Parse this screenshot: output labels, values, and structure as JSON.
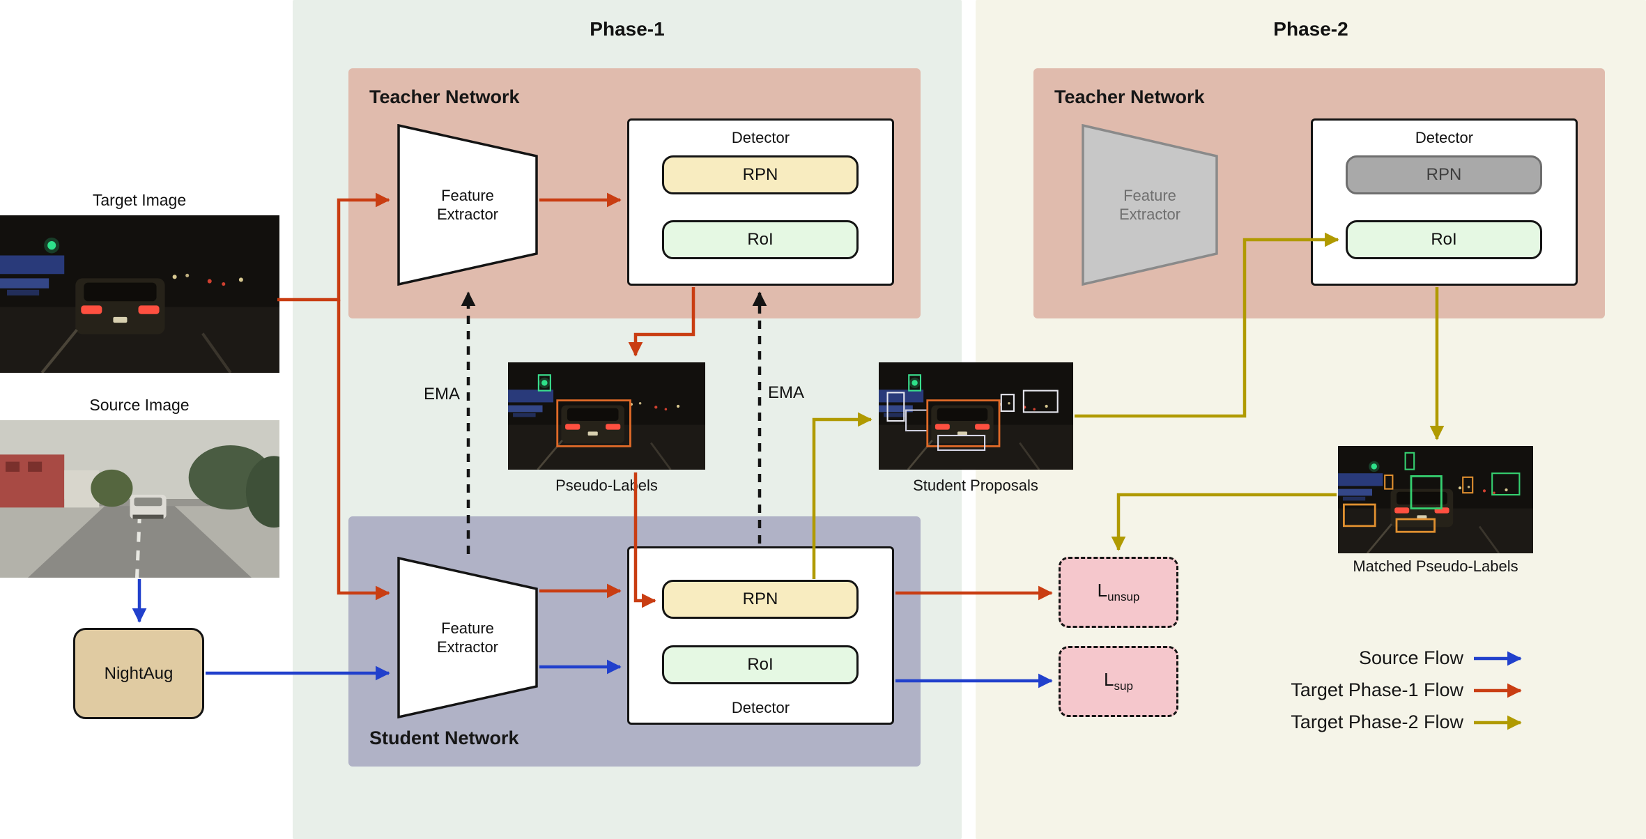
{
  "figure": {
    "phase1_title": "Phase-1",
    "phase2_title": "Phase-2"
  },
  "left": {
    "target_image_label": "Target Image",
    "source_image_label": "Source Image",
    "nightaug_label": "NightAug"
  },
  "phase1": {
    "teacher": {
      "title": "Teacher Network",
      "feature_extractor": "Feature Extractor",
      "detector_title": "Detector",
      "rpn": "RPN",
      "roi": "RoI"
    },
    "student": {
      "title": "Student Network",
      "feature_extractor": "Feature Extractor",
      "detector_title": "Detector",
      "rpn": "RPN",
      "roi": "RoI"
    },
    "ema_left": "EMA",
    "ema_right": "EMA",
    "pseudo_labels_caption": "Pseudo-Labels",
    "student_proposals_caption": "Student Proposals"
  },
  "phase2": {
    "teacher": {
      "title": "Teacher Network",
      "feature_extractor": "Feature Extractor",
      "detector_title": "Detector",
      "rpn": "RPN",
      "roi": "RoI"
    },
    "matched_caption": "Matched Pseudo-Labels"
  },
  "losses": {
    "unsup_base": "L",
    "unsup_sub": "unsup",
    "sup_base": "L",
    "sup_sub": "sup"
  },
  "legend": {
    "source": "Source Flow",
    "phase1": "Target Phase-1 Flow",
    "phase2": "Target Phase-2 Flow"
  },
  "colors": {
    "source_flow": "#2140cc",
    "target_phase1_flow": "#c93d12",
    "target_phase2_flow": "#b09a00",
    "phase1_bg": "#e8efe9",
    "phase2_bg": "#f5f4e8",
    "teacher_bg": "#e0bbad",
    "student_bg": "#b0b2c6",
    "rpn_fill": "#f8ecc0",
    "roi_fill": "#e5f8e3",
    "loss_fill": "#f5c7cc",
    "nightaug_fill": "#e0cba2"
  }
}
